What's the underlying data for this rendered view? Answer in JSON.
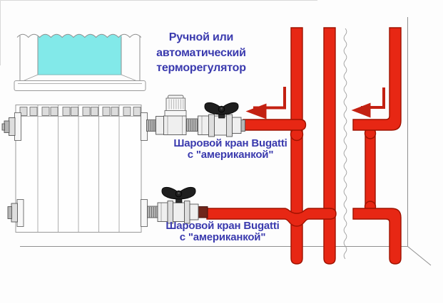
{
  "diagram": {
    "type": "radiator-piping-schematic",
    "labels": {
      "thermoregulator": {
        "lines": [
          "Ручной или",
          "автоматический",
          "терморегулятор"
        ]
      },
      "ball_valve_top": {
        "lines": [
          "Шаровой кран Bugatti",
          "с \"американкой\""
        ]
      },
      "ball_valve_bottom": {
        "lines": [
          "Шаровой кран Bugatti",
          "с \"американкой\""
        ]
      }
    },
    "colors": {
      "pipe-red": "#e72714",
      "pipe-outline": "#9e1200",
      "arrow-red": "#c32112",
      "label-blue": "#3a3aae",
      "glass-cyan": "#82e9e9",
      "dark-fitting": "#6f261b",
      "handle-black": "#1f1f1f",
      "line-gray": "#909090"
    }
  }
}
